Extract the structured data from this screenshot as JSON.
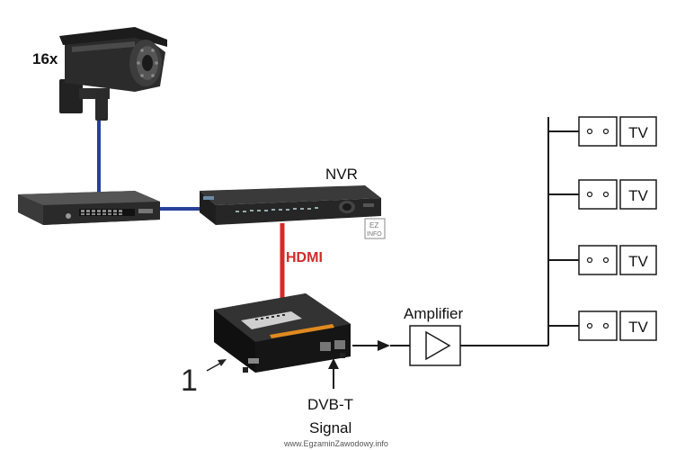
{
  "labels": {
    "zoom": "16x",
    "nvr": "NVR",
    "hdmi": "HDMI",
    "amplifier": "Amplifier",
    "modulator_marker": "1",
    "dvbt_line1": "DVB-T",
    "dvbt_line2": "Signal",
    "watermark": "www.EgzaminZawodowy.info",
    "stamp_line1": "EZ",
    "stamp_line2": "INFO"
  },
  "tvs": [
    {
      "label": "TV"
    },
    {
      "label": "TV"
    },
    {
      "label": "TV"
    },
    {
      "label": "TV"
    }
  ],
  "colors": {
    "network_cable": "#27409a",
    "hdmi_cable": "#d42a2a",
    "hdmi_label": "#d42a2a",
    "line": "#1a1a1a"
  },
  "icons": {
    "camera": "cctv-camera-icon",
    "switch": "network-switch-icon",
    "nvr": "nvr-recorder-icon",
    "modulator": "dvbt-modulator-icon",
    "amplifier": "amplifier-triangle-icon"
  }
}
